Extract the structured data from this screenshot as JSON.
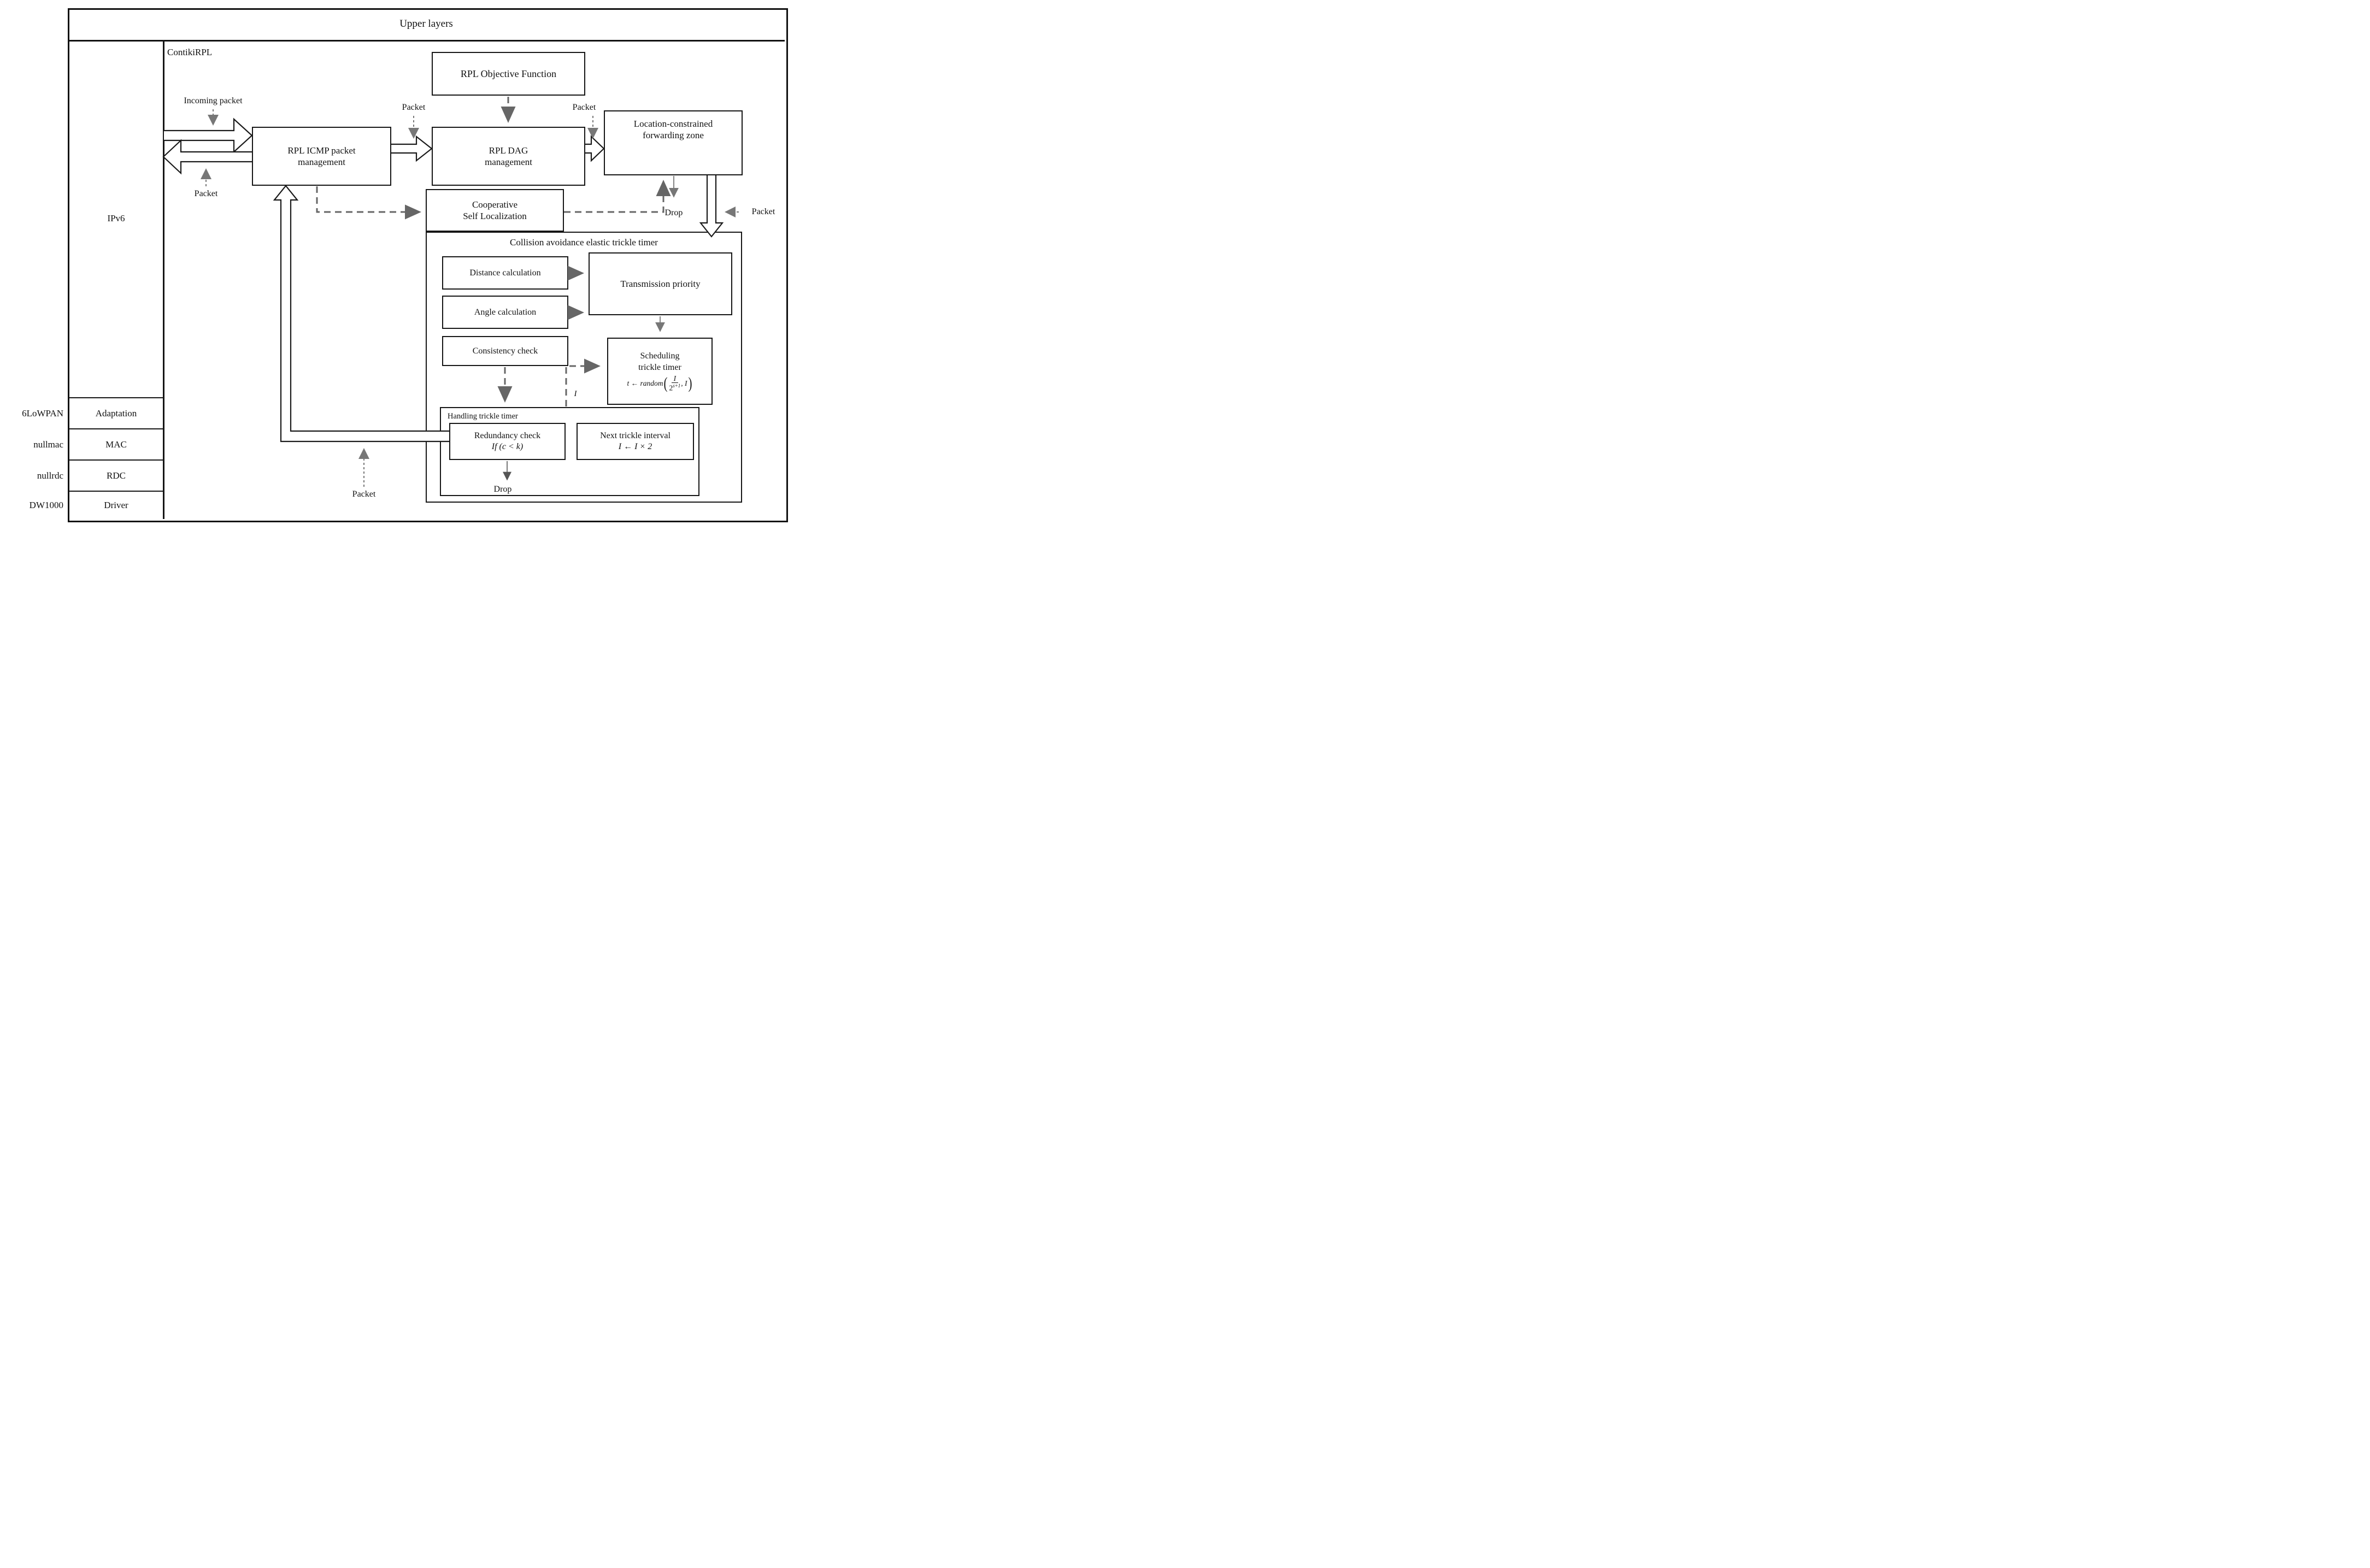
{
  "upper": {
    "title": "Upper layers"
  },
  "contiki": {
    "label": "ContikiRPL"
  },
  "stack": {
    "ipv6": "IPv6",
    "rows": [
      {
        "outside": "6LoWPAN",
        "inside": "Adaptation"
      },
      {
        "outside": "nullmac",
        "inside": "MAC"
      },
      {
        "outside": "nullrdc",
        "inside": "RDC"
      },
      {
        "outside": "DW1000",
        "inside": "Driver"
      }
    ]
  },
  "boxes": {
    "objective": "RPL Objective Function",
    "icmp": [
      "RPL ICMP packet",
      "management"
    ],
    "dag": [
      "RPL DAG",
      "management"
    ],
    "location": [
      "Location-constrained",
      "forwarding zone"
    ],
    "coop": [
      "Cooperative",
      "Self Localization"
    ]
  },
  "flow": {
    "incoming_packet": "Incoming packet",
    "packet": "Packet",
    "drop": "Drop",
    "interval_var": "I"
  },
  "trickle": {
    "title": "Collision avoidance elastic trickle timer",
    "distance": "Distance calculation",
    "angle": "Angle calculation",
    "consistency": "Consistency check",
    "transmission": "Transmission priority",
    "scheduling": {
      "line1": "Scheduling",
      "line2": "trickle timer",
      "formula": {
        "prefix": "t ← random",
        "open": "(",
        "num": "I",
        "den_base": "2",
        "den_sup": "s+1",
        "rest": ", I",
        "close": ")"
      }
    },
    "handling": {
      "label": "Handling trickle timer",
      "redundancy": {
        "line1": "Redundancy check",
        "line2": "If (c < k)"
      },
      "next": {
        "line1": "Next trickle interval",
        "line2": "I ← I × 2"
      },
      "drop": "Drop"
    }
  }
}
